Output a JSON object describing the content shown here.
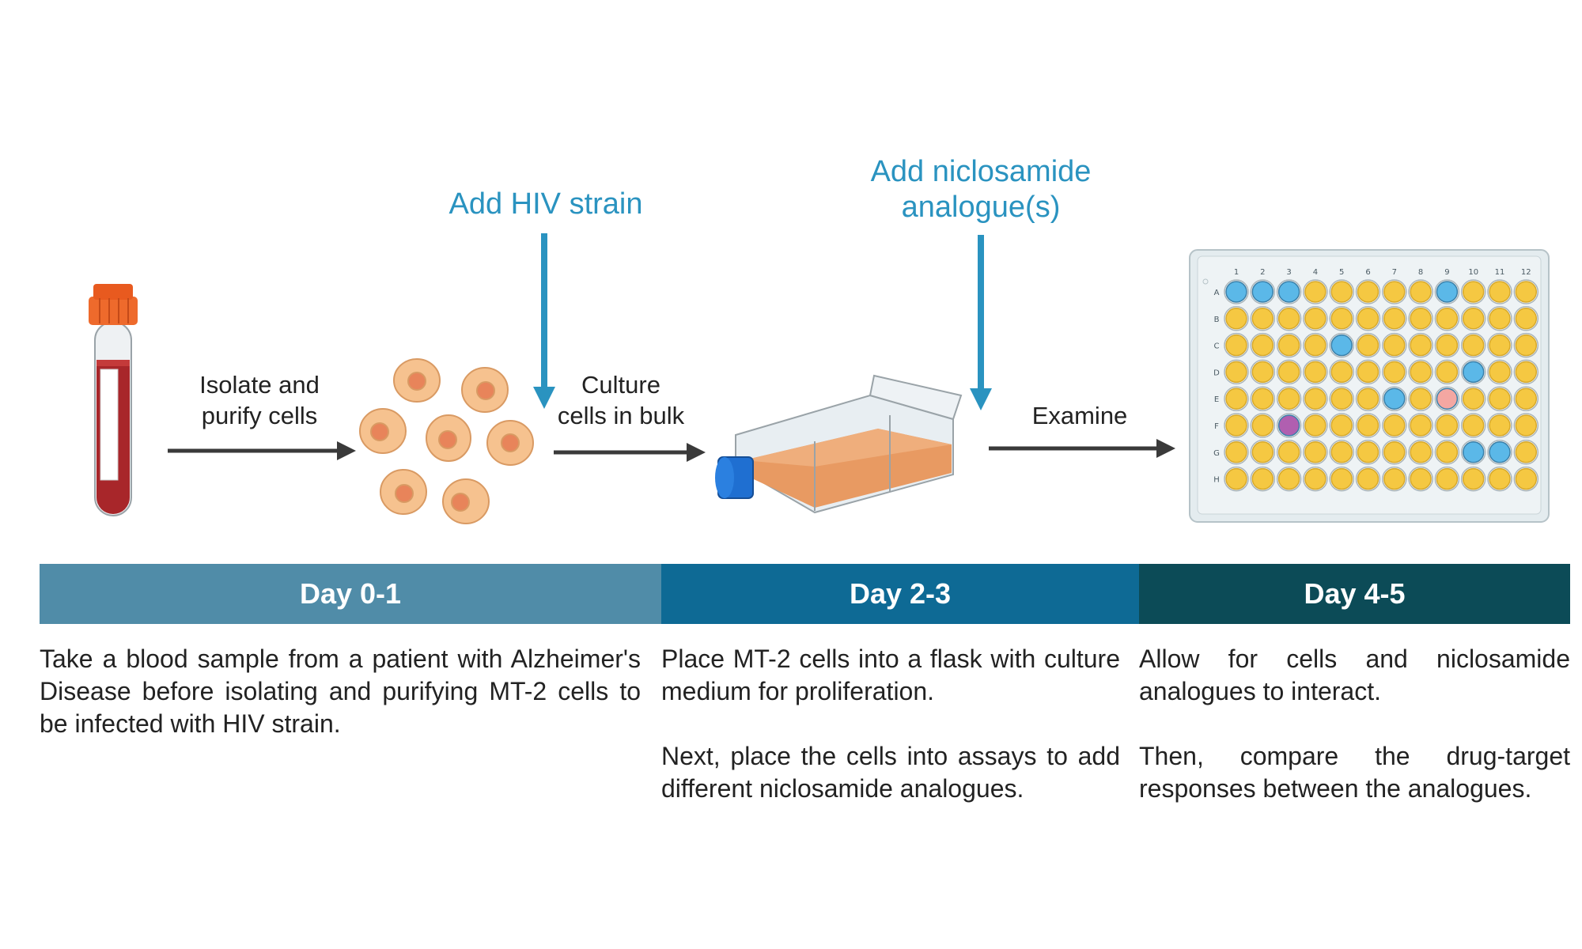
{
  "steps": {
    "isolate": "Isolate and\npurify cells",
    "culture": "Culture\ncells in bulk",
    "examine": "Examine"
  },
  "additions": {
    "hiv": "Add HIV strain",
    "niclosamide": "Add niclosamide\nanalogue(s)"
  },
  "timeline": [
    {
      "label": "Day 0-1",
      "color": "#508ca8"
    },
    {
      "label": "Day 2-3",
      "color": "#0e6a95"
    },
    {
      "label": "Day 4-5",
      "color": "#0c4b57"
    }
  ],
  "descriptions": {
    "day01": [
      "Take a blood sample from a patient with Alzheimer's Disease before isolating and purifying MT-2 cells to be infected with HIV strain."
    ],
    "day23": [
      "Place MT-2 cells into a flask with culture medium for proliferation.",
      "Next, place the cells into assays to add different niclosamide analogues."
    ],
    "day45": [
      "Allow for cells and niclosamide analogues to interact.",
      "Then, compare the drug-target responses between the analogues."
    ]
  },
  "plate": {
    "columns": [
      "1",
      "2",
      "3",
      "4",
      "5",
      "6",
      "7",
      "8",
      "9",
      "10",
      "11",
      "12"
    ],
    "rows": [
      "A",
      "B",
      "C",
      "D",
      "E",
      "F",
      "G",
      "H"
    ],
    "colors": {
      "default": "#f5c842",
      "blue": "#5bb8e8",
      "pink": "#f4a7a2",
      "purple": "#b05fb0"
    },
    "highlighted_wells": [
      {
        "well": "A1",
        "color": "blue"
      },
      {
        "well": "A2",
        "color": "blue"
      },
      {
        "well": "A3",
        "color": "blue"
      },
      {
        "well": "A9",
        "color": "blue"
      },
      {
        "well": "C5",
        "color": "blue"
      },
      {
        "well": "D10",
        "color": "blue"
      },
      {
        "well": "E7",
        "color": "blue"
      },
      {
        "well": "E9",
        "color": "pink"
      },
      {
        "well": "F3",
        "color": "purple"
      },
      {
        "well": "G10",
        "color": "blue"
      },
      {
        "well": "G11",
        "color": "blue"
      }
    ]
  },
  "colors": {
    "accent_blue": "#2a93c0",
    "arrow_dark": "#3a3a3a",
    "cell_fill": "#f6c28f",
    "cell_nucleus": "#e8845a"
  }
}
